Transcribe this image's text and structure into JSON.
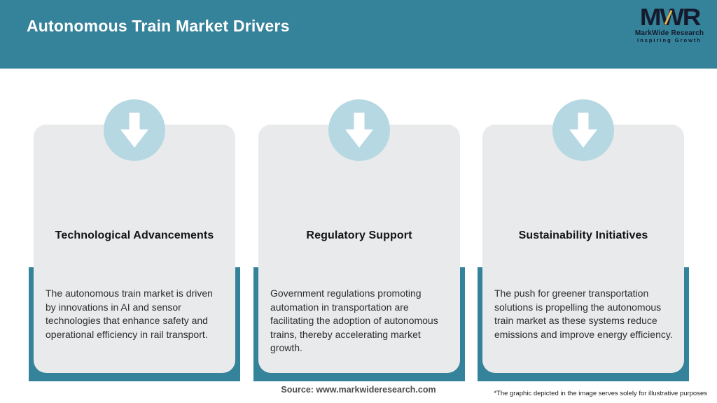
{
  "header": {
    "title": "Autonomous Train Market Drivers"
  },
  "logo": {
    "acronym": "MWR",
    "name": "MarkWide Research",
    "tagline": "Inspiring Growth"
  },
  "cards": [
    {
      "icon": "arrow-down-icon",
      "title": "Technological Advancements",
      "body": "The autonomous train market is driven by innovations in AI and sensor technologies that enhance safety and operational efficiency in rail transport."
    },
    {
      "icon": "arrow-down-icon",
      "title": "Regulatory Support",
      "body": "Government regulations promoting automation in transportation are facilitating the adoption of autonomous trains, thereby accelerating market growth."
    },
    {
      "icon": "arrow-down-icon",
      "title": "Sustainability Initiatives",
      "body": "The push for greener transportation solutions is propelling the autonomous train market as these systems reduce emissions and improve energy efficiency."
    }
  ],
  "footer": {
    "source": "Source: www.markwideresearch.com",
    "disclaimer": "*The graphic depicted in the image serves solely for illustrative purposes"
  },
  "colors": {
    "teal": "#35829b",
    "card_bg": "#e8eaeb",
    "circle": "#b6d8e3",
    "arrow": "#ffffff",
    "logo_text": "#151b2d",
    "logo_accent": "#e6b84c",
    "title_text": "#ffffff",
    "body_text": "#2e2e2e",
    "footer_text": "#4c4c4c"
  }
}
